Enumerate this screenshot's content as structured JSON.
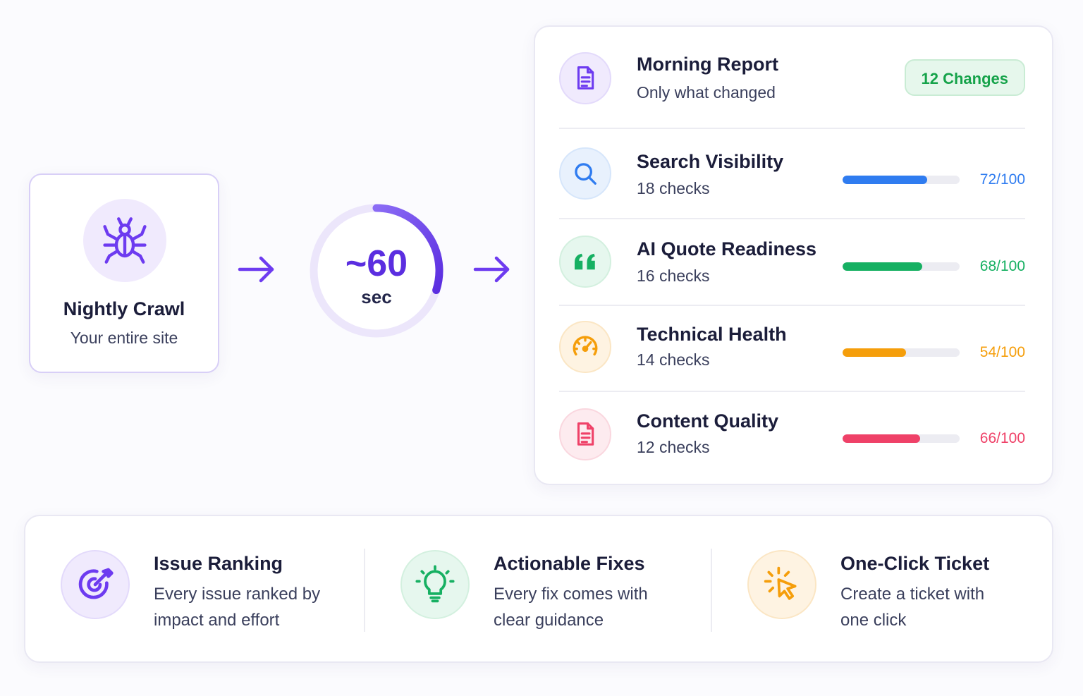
{
  "crawl": {
    "title": "Nightly Crawl",
    "subtitle": "Your entire site",
    "icon": "spider-icon"
  },
  "timer": {
    "value": "~60",
    "unit": "sec",
    "progress": 0.3
  },
  "report": {
    "header": {
      "title": "Morning Report",
      "subtitle": "Only what changed",
      "badge": "12 Changes",
      "icon": "document-icon"
    },
    "categories": [
      {
        "title": "Search Visibility",
        "checks": "18 checks",
        "score_label": "72/100",
        "score": 72,
        "color": "#2f7cf0",
        "icon": "magnifier-icon"
      },
      {
        "title": "AI Quote Readiness",
        "checks": "16 checks",
        "score_label": "68/100",
        "score": 68,
        "color": "#16b062",
        "icon": "quote-icon"
      },
      {
        "title": "Technical Health",
        "checks": "14 checks",
        "score_label": "54/100",
        "score": 54,
        "color": "#f59e0b",
        "icon": "speedometer-icon"
      },
      {
        "title": "Content Quality",
        "checks": "12 checks",
        "score_label": "66/100",
        "score": 66,
        "color": "#ef4168",
        "icon": "document-icon"
      }
    ]
  },
  "features": [
    {
      "title": "Issue Ranking",
      "desc": "Every issue ranked by impact and effort",
      "icon": "target-icon"
    },
    {
      "title": "Actionable Fixes",
      "desc": "Every fix comes with clear guidance",
      "icon": "lightbulb-icon"
    },
    {
      "title": "One-Click Ticket",
      "desc": "Create a ticket with one click",
      "icon": "cursor-click-icon"
    }
  ],
  "colors": {
    "accent": "#6d3bf0",
    "green": "#16a34a",
    "blue": "#2f7cf0",
    "orange": "#f59e0b",
    "red": "#ef4168"
  }
}
